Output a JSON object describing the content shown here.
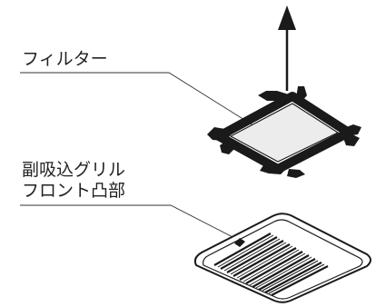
{
  "labels": {
    "filter": "フィルター",
    "grille_line1": "副吸込グリル",
    "grille_line2": "フロント凸部"
  },
  "colors": {
    "ink": "#1a1a1a",
    "filter_fill": "#ececec",
    "background": "#ffffff"
  },
  "icons": {
    "arrow": "up-arrow"
  }
}
